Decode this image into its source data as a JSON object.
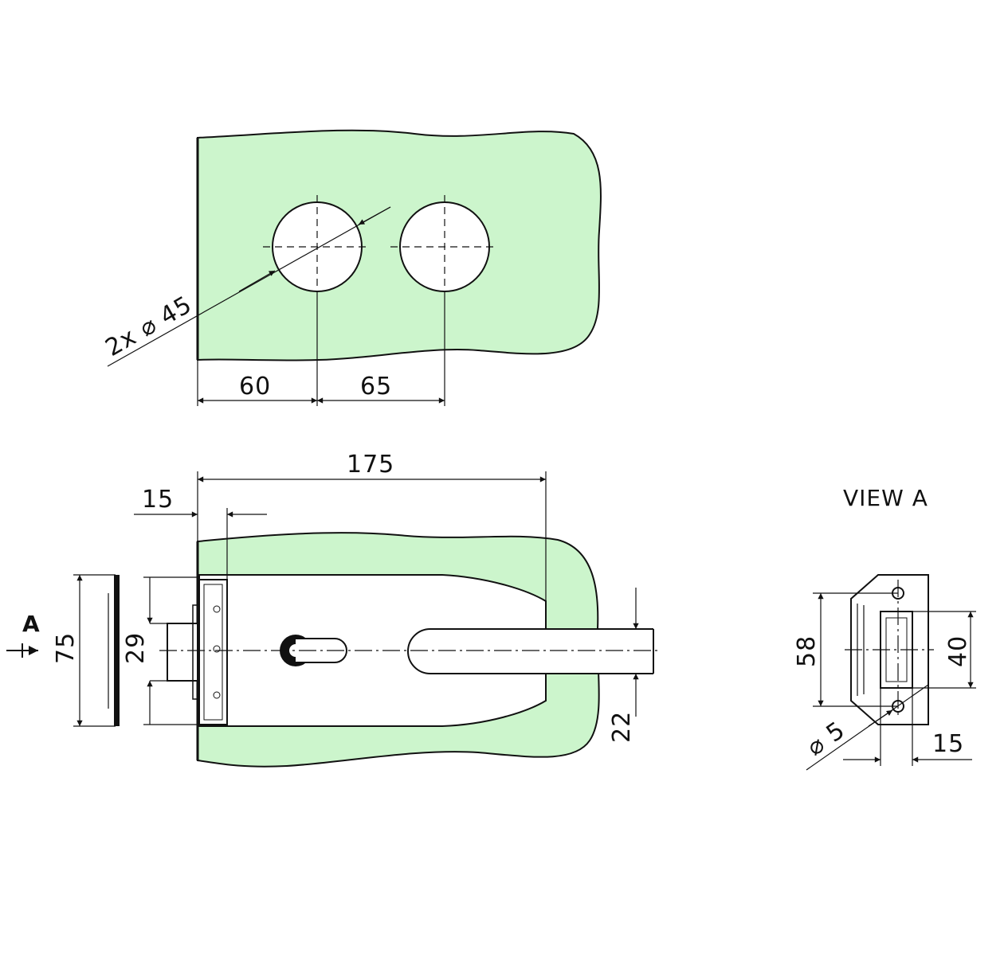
{
  "colors": {
    "glass": "#ccf5cc",
    "line": "#111111"
  },
  "top_view": {
    "hole_callout": "2x ⌀ 45",
    "dim_edge_to_hole": "60",
    "dim_hole_to_hole": "65"
  },
  "front_view": {
    "dim_length": "175",
    "dim_plate_width": "15",
    "dim_height": "75",
    "dim_cylinder": "29",
    "dim_bolt": "22",
    "view_marker": "A"
  },
  "view_a": {
    "title": "VIEW A",
    "dim_hole_spacing": "58",
    "dim_slot_height": "40",
    "dim_hole_dia": "⌀ 5",
    "dim_depth": "15"
  }
}
